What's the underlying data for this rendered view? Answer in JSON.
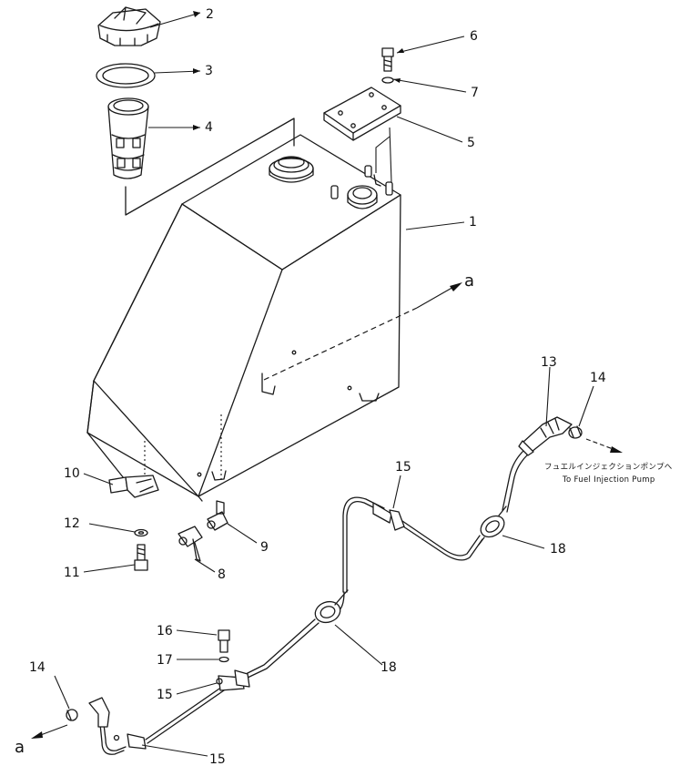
{
  "callouts": [
    {
      "id": "c2",
      "label": "2"
    },
    {
      "id": "c3",
      "label": "3"
    },
    {
      "id": "c4",
      "label": "4"
    },
    {
      "id": "c6",
      "label": "6"
    },
    {
      "id": "c7",
      "label": "7"
    },
    {
      "id": "c5",
      "label": "5"
    },
    {
      "id": "c1",
      "label": "1"
    },
    {
      "id": "c13",
      "label": "13"
    },
    {
      "id": "c14a",
      "label": "14"
    },
    {
      "id": "c10",
      "label": "10"
    },
    {
      "id": "c15a",
      "label": "15"
    },
    {
      "id": "c12",
      "label": "12"
    },
    {
      "id": "c9",
      "label": "9"
    },
    {
      "id": "c18a",
      "label": "18"
    },
    {
      "id": "c11",
      "label": "11"
    },
    {
      "id": "c8",
      "label": "8"
    },
    {
      "id": "c16",
      "label": "16"
    },
    {
      "id": "c18b",
      "label": "18"
    },
    {
      "id": "c17",
      "label": "17"
    },
    {
      "id": "c14b",
      "label": "14"
    },
    {
      "id": "c15b",
      "label": "15"
    },
    {
      "id": "c15c",
      "label": "15"
    }
  ],
  "refs": {
    "top": "a",
    "bottom": "a"
  },
  "destination": {
    "jp": "フュエルインジェクションポンプへ",
    "en": "To Fuel Injection Pump"
  }
}
